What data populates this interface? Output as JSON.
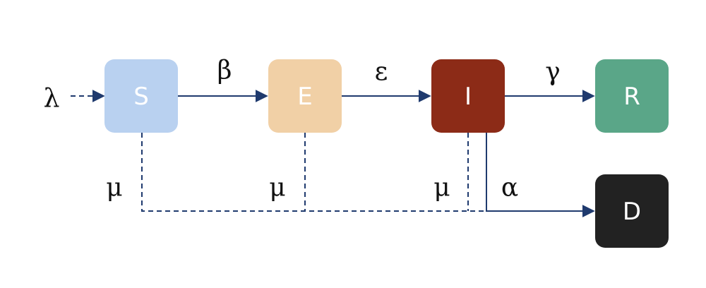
{
  "nodes": {
    "s": {
      "label": "S",
      "color": "#b9d1f0"
    },
    "e": {
      "label": "E",
      "color": "#f1d0a6"
    },
    "i": {
      "label": "I",
      "color": "#8c2b17"
    },
    "r": {
      "label": "R",
      "color": "#5aa688"
    },
    "d": {
      "label": "D",
      "color": "#222222"
    }
  },
  "rates": {
    "lambda": "λ",
    "beta": "β",
    "epsilon": "ε",
    "gamma": "γ",
    "mu_s": "μ",
    "mu_e": "μ",
    "mu_i": "μ",
    "alpha": "α"
  },
  "edge_color": "#1f3a6e"
}
